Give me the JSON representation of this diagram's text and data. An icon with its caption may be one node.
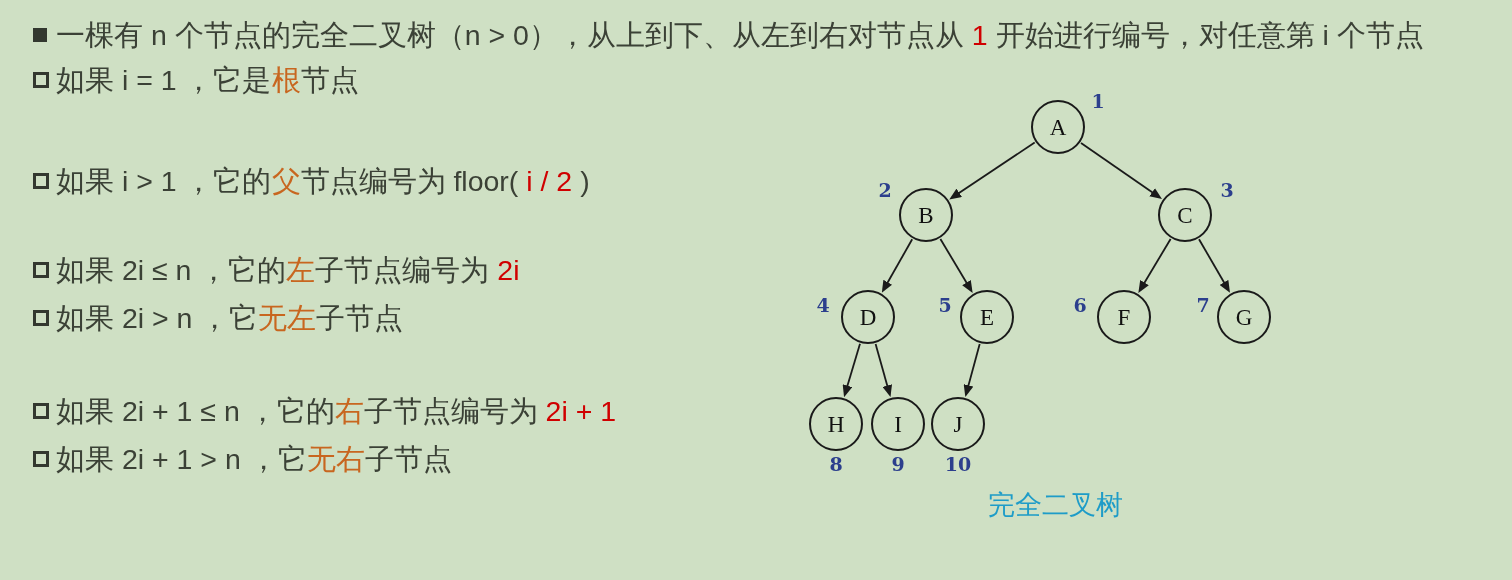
{
  "diagram": {
    "caption": "完全二叉树",
    "nodes": [
      {
        "text": [
          "A"
        ],
        "beside": [
          "1"
        ]
      },
      {
        "text": [
          "B"
        ],
        "beside": [
          "2"
        ]
      },
      {
        "text": [
          "C"
        ],
        "beside": [
          "3"
        ]
      },
      {
        "text": [
          "D"
        ],
        "beside": [
          "4"
        ]
      },
      {
        "text": [
          "E"
        ],
        "beside": [
          "5"
        ]
      },
      {
        "text": [
          "F"
        ],
        "beside": [
          "6"
        ]
      },
      {
        "text": [
          "G"
        ],
        "beside": [
          "7"
        ]
      },
      {
        "text": [
          "H"
        ],
        "beside": [
          "8"
        ]
      },
      {
        "text": [
          "I"
        ],
        "beside": [
          "9"
        ]
      },
      {
        "text": [
          "J"
        ],
        "beside": [
          "10"
        ]
      }
    ],
    "edges": [
      {
        "from": 0,
        "to": 1,
        "arrow": "to"
      },
      {
        "from": 0,
        "to": 2,
        "arrow": "to"
      },
      {
        "from": 1,
        "to": 3,
        "arrow": "to"
      },
      {
        "from": 1,
        "to": 4,
        "arrow": "to"
      },
      {
        "from": 2,
        "to": 5,
        "arrow": "to"
      },
      {
        "from": 2,
        "to": 6,
        "arrow": "to"
      },
      {
        "from": 3,
        "to": 7,
        "arrow": "to"
      },
      {
        "from": 3,
        "to": 8,
        "arrow": "to"
      },
      {
        "from": 4,
        "to": 9,
        "arrow": "to"
      }
    ],
    "labels": [
      "一棵有 n 个节点的完全二叉树（n > 0），从上到下、从左到右对节点从 **1** 开始进行编号，对任意第 i 个节点",
      "如果 i = 1 ，它是**根**节点",
      "如果 i > 1 ，它的**父**节点编号为 floor( **i / 2** )",
      "如果 2i ≤ n ，它的**左**子节点编号为 **2i**",
      "如果 2i > n ，它**无左**子节点",
      "如果 2i + 1 ≤ n ，它的**右**子节点编号为 **2i + 1**",
      "如果 2i + 1 > n ，它**无右**子节点"
    ]
  }
}
